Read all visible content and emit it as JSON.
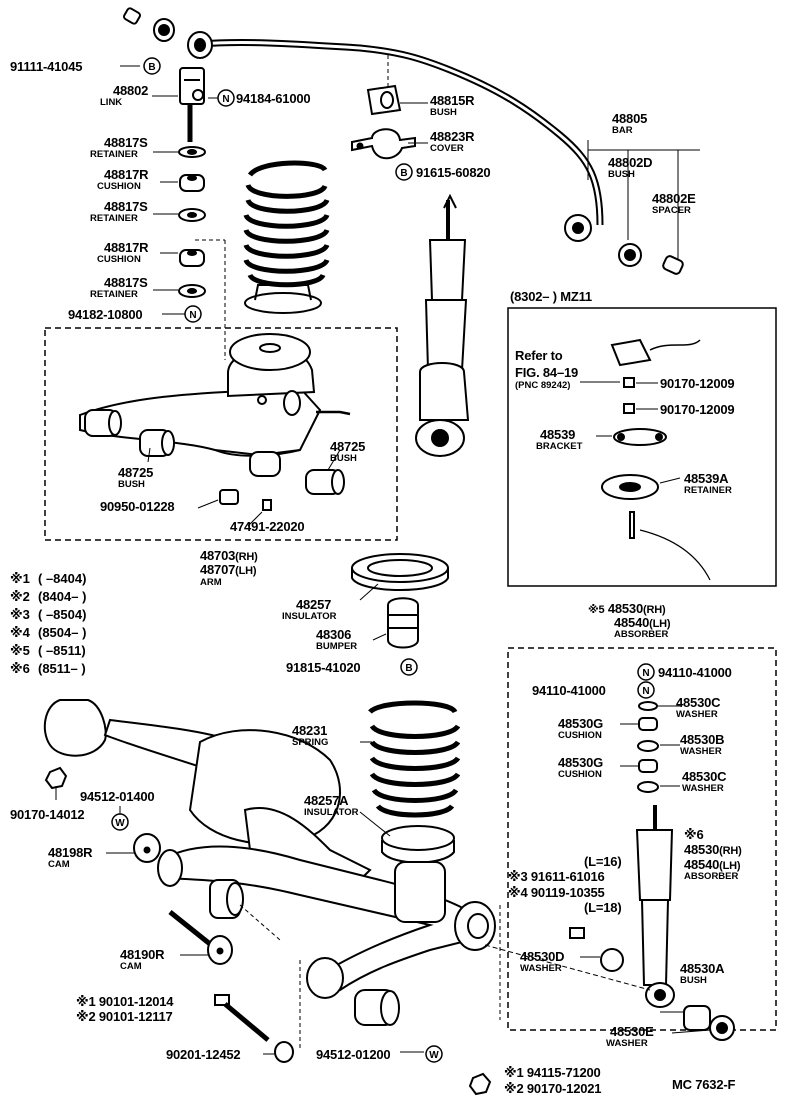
{
  "figure_code": "MC 7632-F",
  "inset_title": "(8302–      ) MZ11",
  "refer_text": [
    "Refer to",
    "FIG. 84–19",
    "(PNC 89242)"
  ],
  "variants": [
    {
      "mark": "※1",
      "range": "(       –8404)"
    },
    {
      "mark": "※2",
      "range": "(8404–         )"
    },
    {
      "mark": "※3",
      "range": "(       –8504)"
    },
    {
      "mark": "※4",
      "range": "(8504–         )"
    },
    {
      "mark": "※5",
      "range": "(       –8511)"
    },
    {
      "mark": "※6",
      "range": "(8511–         )"
    }
  ],
  "callouts": {
    "p91111_41045": "91111-41045",
    "p48802": "48802",
    "n48802": "LINK",
    "p94184_61000": "94184-61000",
    "p48815R": "48815R",
    "n48815R": "BUSH",
    "p48823R": "48823R",
    "n48823R": "COVER",
    "p91615_60820": "91615-60820",
    "p48805": "48805",
    "n48805": "BAR",
    "p48802D": "48802D",
    "n48802D": "BUSH",
    "p48802E": "48802E",
    "n48802E": "SPACER",
    "p48817S_1": "48817S",
    "n48817S_1": "RETAINER",
    "p48817R_1": "48817R",
    "n48817R_1": "CUSHION",
    "p48817S_2": "48817S",
    "n48817S_2": "RETAINER",
    "p48817R_2": "48817R",
    "n48817R_2": "CUSHION",
    "p48817S_3": "48817S",
    "n48817S_3": "RETAINER",
    "p94182_10800": "94182-10800",
    "p48725_L": "48725",
    "n48725_L": "BUSH",
    "p48725_R": "48725",
    "n48725_R": "BUSH",
    "p90950_01228": "90950-01228",
    "p47491_22020": "47491-22020",
    "p48703": "48703",
    "s48703": "(RH)",
    "p48707": "48707",
    "s48707": "(LH)",
    "n48703": "ARM",
    "p48257": "48257",
    "n48257": "INSULATOR",
    "p48306": "48306",
    "n48306": "BUMPER",
    "p91815_41020": "91815-41020",
    "p90170_12009_a": "90170-12009",
    "p90170_12009_b": "90170-12009",
    "p48539": "48539",
    "n48539": "BRACKET",
    "p48539A": "48539A",
    "n48539A": "RETAINER",
    "p48530_top": "48530",
    "s48530_top": "(RH)",
    "m48530_top": "※5",
    "p48540_top": "48540",
    "s48540_top": "(LH)",
    "n48530_top": "ABSORBER",
    "p94110_41000_a": "94110-41000",
    "p94110_41000_b": "94110-41000",
    "p48530C_1": "48530C",
    "n48530C_1": "WASHER",
    "p48530G_1": "48530G",
    "n48530G_1": "CUSHION",
    "p48530B": "48530B",
    "n48530B": "WASHER",
    "p48530G_2": "48530G",
    "n48530G_2": "CUSHION",
    "p48530C_2": "48530C",
    "n48530C_2": "WASHER",
    "p48231": "48231",
    "n48231": "SPRING",
    "p48257A": "48257A",
    "n48257A": "INSULATOR",
    "p90170_14012": "90170-14012",
    "p94512_01400": "94512-01400",
    "p48198R": "48198R",
    "n48198R": "CAM",
    "p48530_bot": "48530",
    "s48530_bot": "(RH)",
    "m48530_bot": "※6",
    "p48540_bot": "48540",
    "s48540_bot": "(LH)",
    "n48530_bot": "ABSORBER",
    "l16": "(L=16)",
    "p91611_61016": "※3 91611-61016",
    "p90119_10355": "※4 90119-10355",
    "l18": "(L=18)",
    "p48530D": "48530D",
    "n48530D": "WASHER",
    "p48530A": "48530A",
    "n48530A": "BUSH",
    "p48190R": "48190R",
    "n48190R": "CAM",
    "p90101_12014": "※1 90101-12014",
    "p90101_12117": "※2 90101-12117",
    "p48530E": "48530E",
    "n48530E": "WASHER",
    "p90201_12452": "90201-12452",
    "p94512_01200": "94512-01200",
    "p94115_71200": "※1 94115-71200",
    "p90170_12021": "※2 90170-12021"
  },
  "circle_letters": {
    "b": "B",
    "n": "N",
    "w": "W"
  }
}
